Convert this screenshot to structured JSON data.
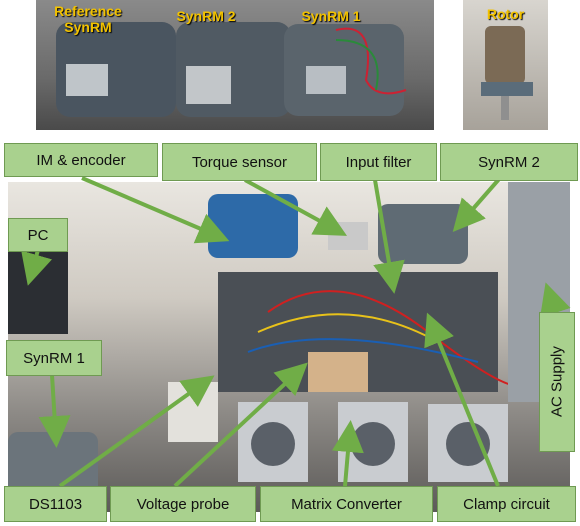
{
  "top_photo": {
    "labels": {
      "reference": "Reference\nSynRM",
      "synrm2": "SynRM 2",
      "synrm1": "SynRM 1",
      "rotor": "Rotor"
    }
  },
  "callouts": {
    "im_encoder": "IM & encoder",
    "torque_sensor": "Torque sensor",
    "input_filter": "Input filter",
    "synrm2": "SynRM 2",
    "pc": "PC",
    "synrm1": "SynRM 1",
    "ac_supply": "AC Supply",
    "ds1103": "DS1103",
    "voltage_probe": "Voltage probe",
    "matrix_converter": "Matrix Converter",
    "clamp_circuit": "Clamp circuit"
  },
  "colors": {
    "callout_fill": "#a9d18e",
    "arrow": "#70ad47",
    "motor_label": "#f2c200"
  }
}
